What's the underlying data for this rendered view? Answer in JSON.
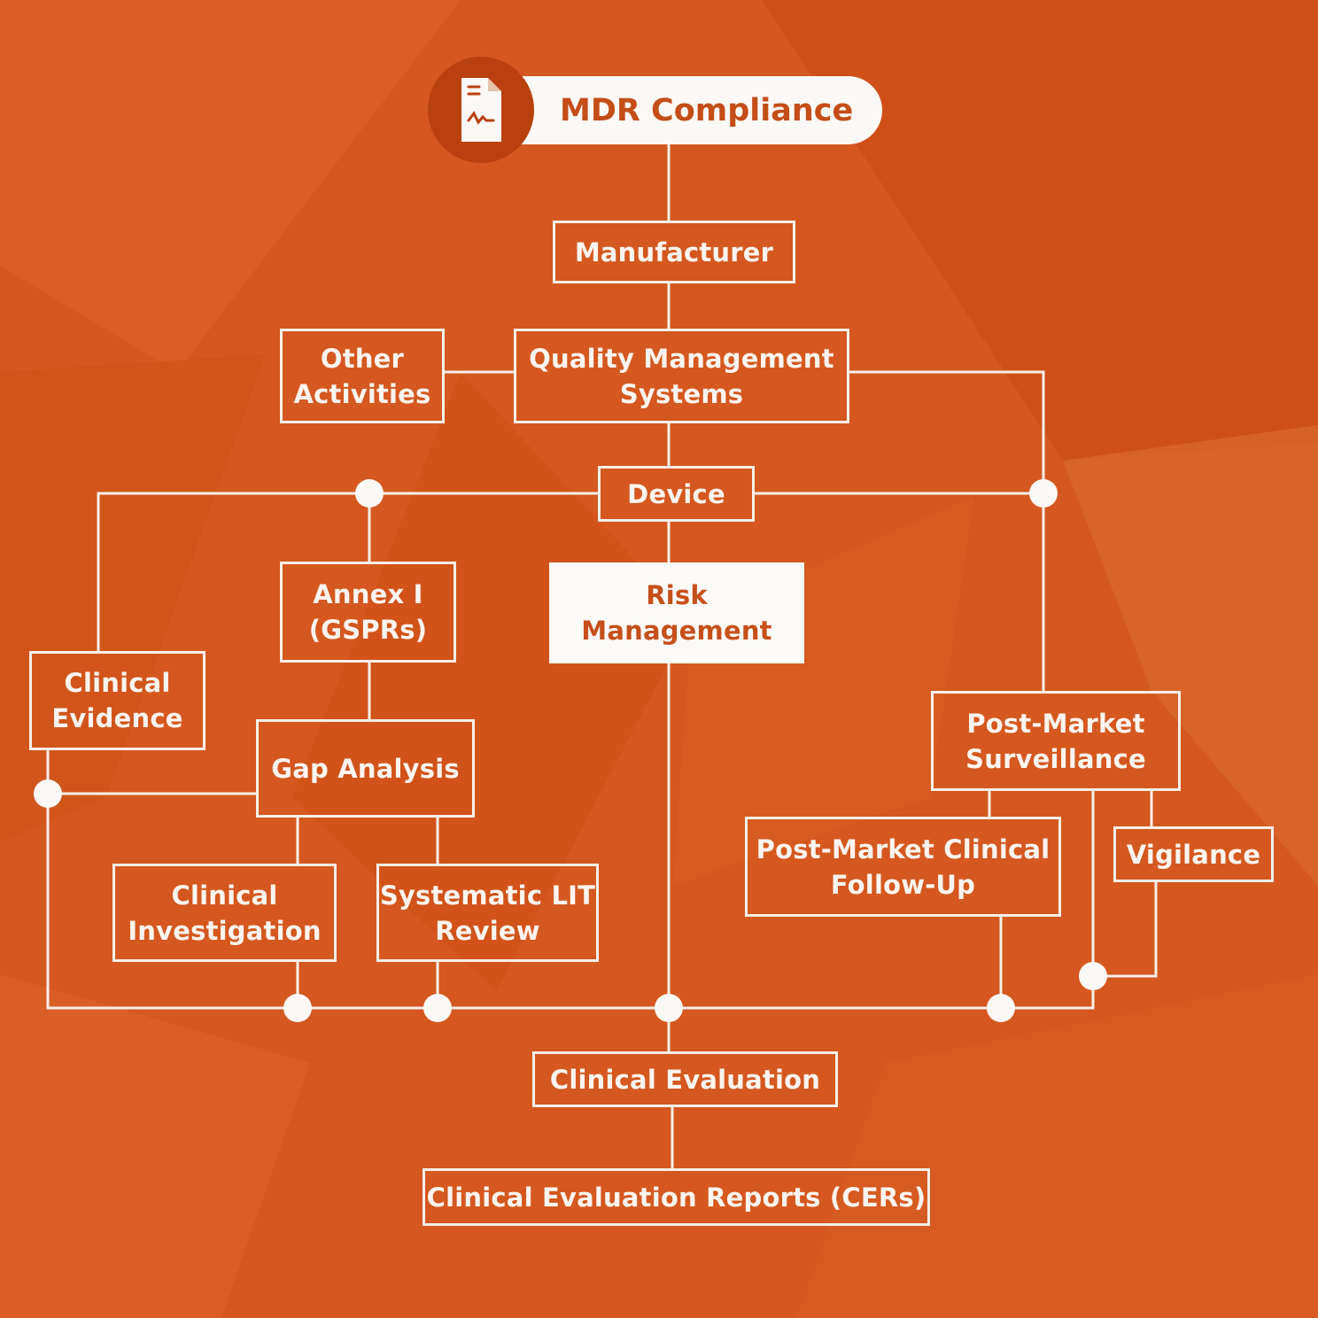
{
  "title": "MDR Compliance",
  "icons": {
    "title": "document-signature-icon"
  },
  "colors": {
    "background": "#d4581f",
    "line": "#f6efea",
    "accent_text": "#c44d18",
    "icon_circle": "#b9410f"
  },
  "nodes": {
    "manufacturer": "Manufacturer",
    "qms": "Quality Management\nSystems",
    "other_activities": "Other\nActivities",
    "device": "Device",
    "annex": "Annex I\n(GSPRs)",
    "risk": "Risk\nManagement",
    "clinical_evidence": "Clinical\nEvidence",
    "gap_analysis": "Gap Analysis",
    "clinical_investigation": "Clinical\nInvestigation",
    "systematic_lit": "Systematic LIT\nReview",
    "pms": "Post-Market\nSurveillance",
    "pmcf": "Post-Market Clinical\nFollow-Up",
    "vigilance": "Vigilance",
    "clinical_evaluation": "Clinical Evaluation",
    "cers": "Clinical Evaluation Reports (CERs)"
  }
}
